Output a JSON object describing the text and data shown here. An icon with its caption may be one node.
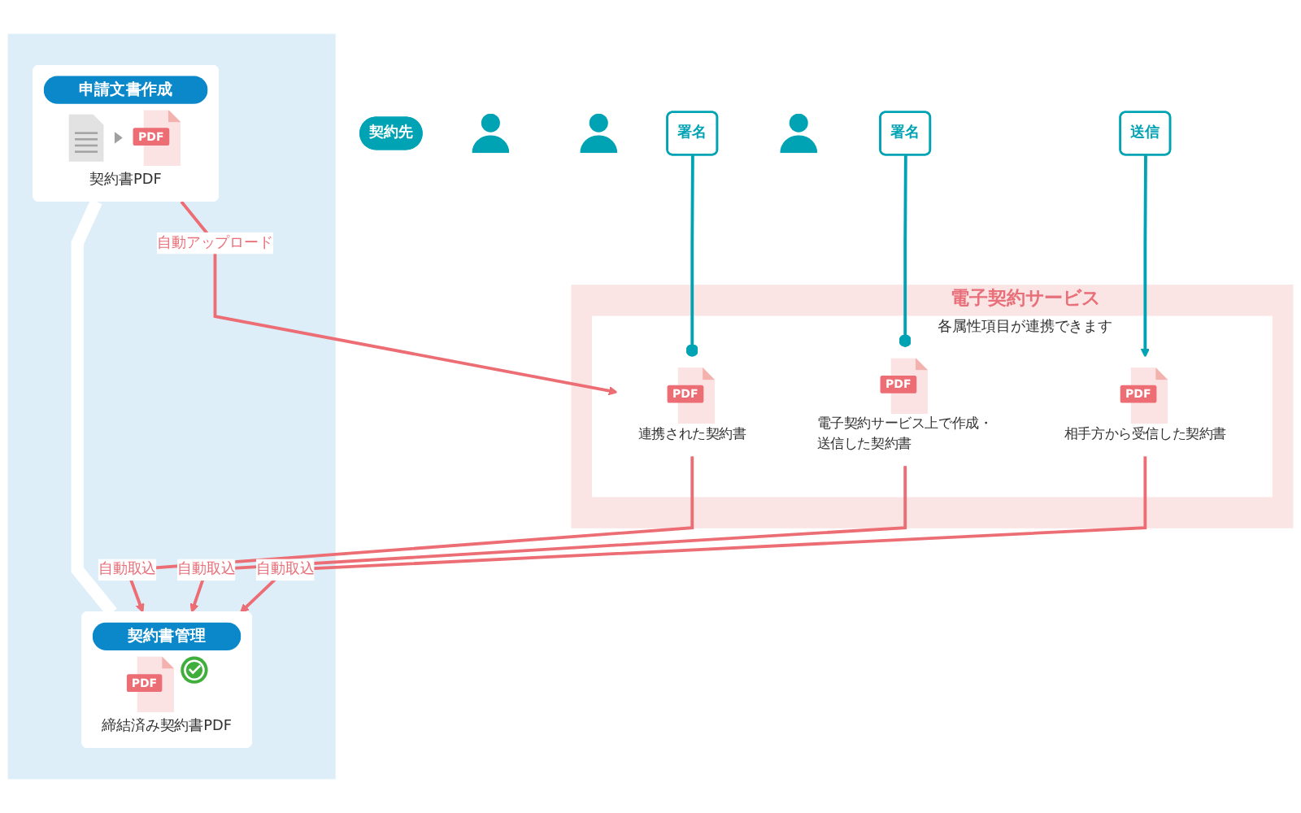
{
  "diagram": {
    "nodes": [
      {
        "text": [],
        "shape": "box"
      },
      {
        "text": [
          "申請文書作成",
          "PDF",
          "契約書PDF"
        ],
        "in": 0
      },
      {
        "text": [
          "契約書管理",
          "PDF",
          "締結済み契約書PDF"
        ],
        "in": 0
      },
      {
        "text": [
          "電子契約サービス"
        ]
      },
      {
        "text": [
          "各属性項目が連携できます"
        ],
        "in": 3
      },
      {
        "text": [
          "PDF",
          "連携された契約書"
        ],
        "in": 4
      },
      {
        "text": [
          "PDF",
          "電子契約サービス上で作成・送信した契約書"
        ],
        "in": 4
      },
      {
        "text": [
          "PDF",
          "相手方から受信した契約書"
        ],
        "in": 4
      },
      {
        "text": [
          "契約先"
        ]
      },
      {
        "text": [
          "署名"
        ]
      },
      {
        "text": [],
        "shape": "person"
      },
      {
        "text": [
          "署名"
        ]
      },
      {
        "text": [],
        "shape": "person"
      },
      {
        "text": [
          "送信"
        ]
      },
      {
        "text": [],
        "shape": "person"
      }
    ],
    "edges": [
      {
        "from": 1,
        "to": 2,
        "arrow": "none",
        "style": "thick",
        "color": "#ffffff"
      },
      {
        "from": 1,
        "to": 5,
        "arrow": "to",
        "label": "自動アップロード"
      },
      {
        "from": 5,
        "to": 2,
        "arrow": "to",
        "label": "自動取込"
      },
      {
        "from": 6,
        "to": 2,
        "arrow": "to",
        "label": "自動取込"
      },
      {
        "from": 7,
        "to": 2,
        "arrow": "to",
        "label": "自動取込"
      },
      {
        "from": 9,
        "to": 5,
        "arrow": "other",
        "color": "#00a3b4"
      },
      {
        "from": 11,
        "to": 6,
        "arrow": "other",
        "color": "#00a3b4"
      },
      {
        "from": 13,
        "to": 7,
        "arrow": "to",
        "color": "#00a3b4"
      }
    ]
  }
}
